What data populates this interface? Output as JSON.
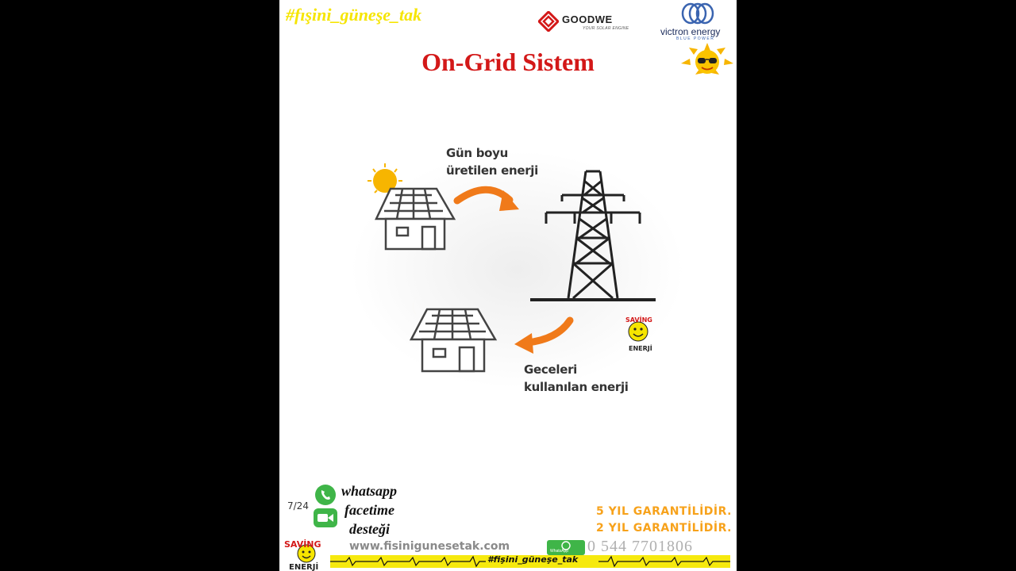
{
  "header": {
    "hashtag": "#fışini_güneşe_tak",
    "goodwe_brand": "GOODWE",
    "goodwe_tagline": "YOUR SOLAR ENGINE",
    "victron_brand": "victron energy",
    "victron_tagline": "BLUE POWER"
  },
  "title": "On-Grid Sistem",
  "diagram": {
    "day_label_line1": "Gün boyu",
    "day_label_line2": "üretilen enerji",
    "night_label_line1": "Geceleri",
    "night_label_line2": "kullanılan enerji",
    "icons": [
      "sun-icon",
      "house-icon",
      "arrow-icon",
      "power-tower-icon",
      "moon-icon"
    ]
  },
  "contact": {
    "whatsapp": "whatsapp",
    "facetime": "facetime",
    "support": "desteği"
  },
  "page_counter": "7/24",
  "warranty": {
    "line1": "5 YIL GARANTİLİDİR.",
    "line2": "2 YIL GARANTİLİDİR."
  },
  "footer": {
    "website": "www.fisinigunesetak.com",
    "whatsapp_badge": "WhatsApp",
    "phone": "0 544 7701806",
    "ticker_hashtag": "#fişini_güneşe_tak"
  },
  "colors": {
    "title_red": "#d31818",
    "arrow_orange": "#f07a1a",
    "warranty_orange": "#f7a21b",
    "hashtag_yellow": "#f6e500",
    "whatsapp_green": "#3fb548"
  }
}
